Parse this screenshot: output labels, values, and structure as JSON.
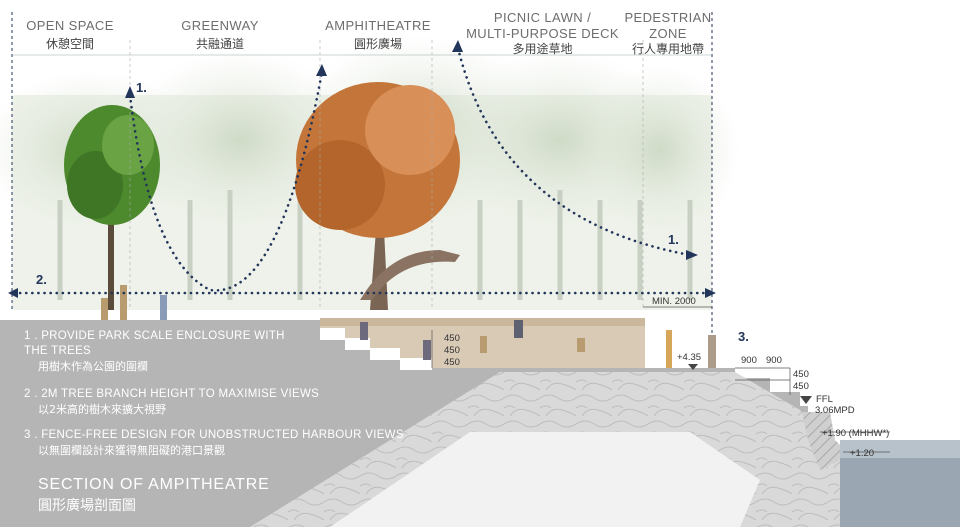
{
  "zones": [
    {
      "en": "OPEN SPACE",
      "zh": "休憩空間"
    },
    {
      "en": "GREENWAY",
      "zh": "共融通道"
    },
    {
      "en": "AMPHITHEATRE",
      "zh": "圓形廣場"
    },
    {
      "en": "PICNIC LAWN /\nMULTI-PURPOSE DECK",
      "zh": "多用途草地"
    },
    {
      "en": "PEDESTRIAN\nZONE",
      "zh": "行人專用地帶"
    }
  ],
  "markers": {
    "one": "1.",
    "two": "2.",
    "three": "3."
  },
  "dimensions": {
    "min": "MIN. 2000",
    "step_a": "450",
    "step_b": "450",
    "step_c": "450",
    "level_435": "+4.35",
    "width_a": "900",
    "width_b": "900",
    "rise_a": "450",
    "rise_b": "450",
    "ffl": "FFL",
    "mpd": "3.06MPD",
    "mhhw": "+1.90 (MHHW*)",
    "level_120": "+1.20"
  },
  "notes": [
    {
      "num": "1 .",
      "en": "PROVIDE PARK SCALE ENCLOSURE WITH\nTHE TREES",
      "zh": "用樹木作為公園的圍欄"
    },
    {
      "num": "2 .",
      "en": "2M TREE BRANCH HEIGHT TO MAXIMISE VIEWS",
      "zh": "以2米高的樹木來擴大視野"
    },
    {
      "num": "3 .",
      "en": "FENCE-FREE DESIGN FOR UNOBSTRUCTED HARBOUR VIEWS",
      "zh": "以無圍欄設計來獲得無阻礙的港口景觀"
    }
  ],
  "title": {
    "en": "SECTION OF AMPITHEATRE",
    "zh": "圓形廣場剖面圖"
  },
  "colors": {
    "arrow": "#22355a",
    "ground": "#b5b5b5",
    "tree_green": "#4d8a2e",
    "tree_orange": "#c4763a",
    "water": "#9aa6b2"
  }
}
